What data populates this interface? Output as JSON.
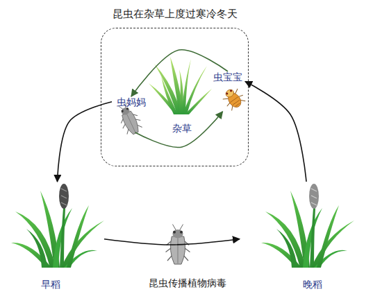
{
  "diagram": {
    "nodes": [
      {
        "text": [
          "昆虫在杂草上度过寒冷冬天"
        ]
      },
      {
        "text": [
          "虫妈妈"
        ],
        "in": 0
      },
      {
        "text": [
          "杂草"
        ],
        "in": 0
      },
      {
        "text": [
          "虫宝宝"
        ],
        "in": 0
      },
      {
        "text": [
          "早稻"
        ]
      },
      {
        "text": [
          "晚稻"
        ]
      }
    ],
    "edges": [
      {
        "from": 3,
        "to": 1,
        "arrow": "to"
      },
      {
        "from": 1,
        "to": 3,
        "arrow": "to"
      },
      {
        "from": 1,
        "to": 4,
        "arrow": "to"
      },
      {
        "from": 4,
        "to": 5,
        "label": "昆虫传播植物病毒",
        "arrow": "to"
      },
      {
        "from": 5,
        "to": 3,
        "arrow": "to"
      }
    ]
  }
}
